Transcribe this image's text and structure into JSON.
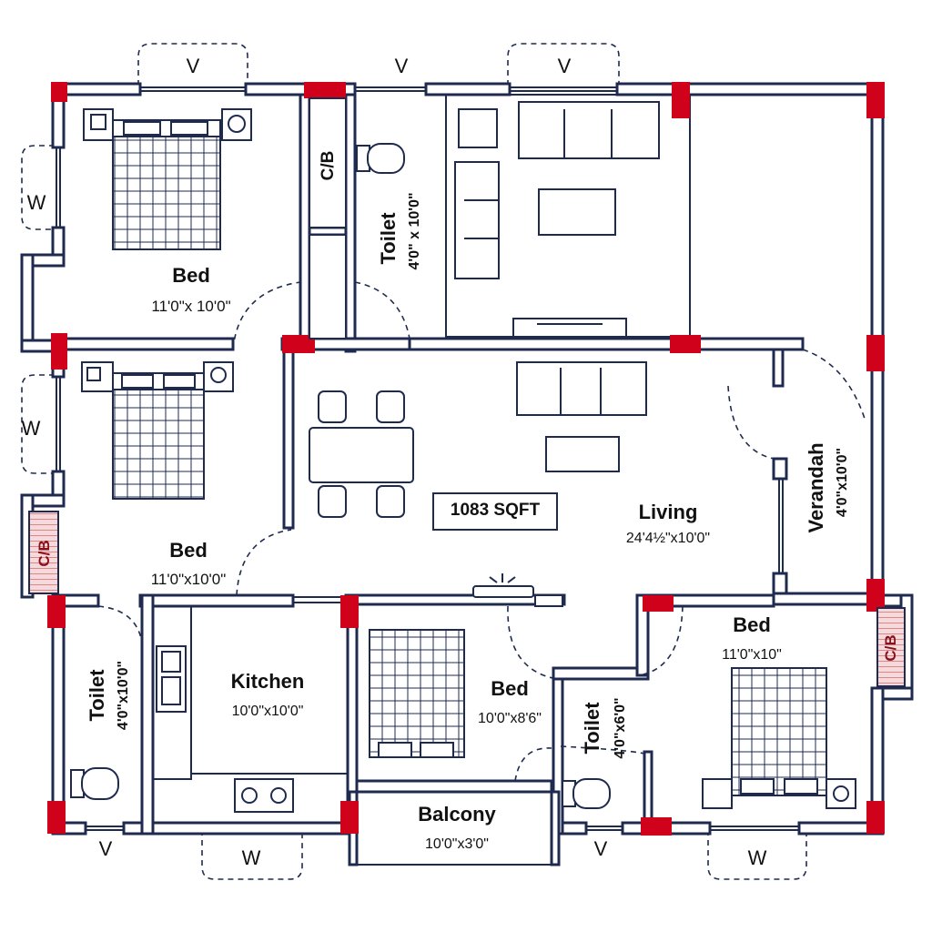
{
  "area_label": "1083 SQFT",
  "rooms": {
    "bed1": {
      "name": "Bed",
      "size": "11'0\"x 10'0\""
    },
    "bed2": {
      "name": "Bed",
      "size": "11'0\"x10'0\""
    },
    "bed3": {
      "name": "Bed",
      "size": "10'0\"x8'6\""
    },
    "bed4": {
      "name": "Bed",
      "size": "11'0\"x10\""
    },
    "toilet1": {
      "name": "Toilet",
      "size": "4'0\" x 10'0\""
    },
    "toilet2": {
      "name": "Toilet",
      "size": "4'0\"x10'0\""
    },
    "toilet3": {
      "name": "Toilet",
      "size": "4'0\"x6'0\""
    },
    "living": {
      "name": "Living",
      "size": "24'4½\"x10'0\""
    },
    "kitchen": {
      "name": "Kitchen",
      "size": "10'0\"x10'0\""
    },
    "balcony": {
      "name": "Balcony",
      "size": "10'0\"x3'0\""
    },
    "verandah": {
      "name": "Verandah",
      "size": "4'0\"x10'0\""
    }
  },
  "cupboards": [
    "C/B",
    "C/B",
    "C/B"
  ],
  "openings": {
    "top": [
      "V",
      "V",
      "V"
    ],
    "left": [
      "W",
      "W"
    ],
    "bottom": [
      "V",
      "W",
      "V",
      "W"
    ]
  },
  "colors": {
    "wall": "#1f2a4f",
    "column": "#d0021b",
    "cupboard_fill": "#f6d9dc",
    "cupboard_text": "#8a0f1a"
  }
}
